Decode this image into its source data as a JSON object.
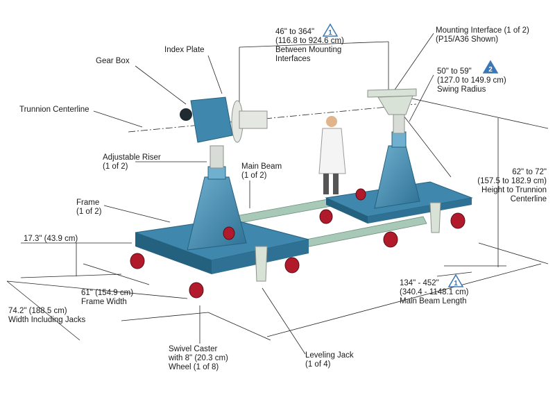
{
  "labels": {
    "gear_box": "Gear Box",
    "index_plate": "Index Plate",
    "trunnion_centerline": "Trunnion Centerline",
    "adjustable_riser": [
      "Adjustable Riser",
      "(1 of 2)"
    ],
    "main_beam": [
      "Main Beam",
      "(1 of 2)"
    ],
    "frame": [
      "Frame",
      "(1 of 2)"
    ],
    "mounting_distance": [
      "46\" to 364\"",
      "(116.8 to 924.6 cm)",
      "Between Mounting",
      "Interfaces"
    ],
    "mounting_interface": [
      "Mounting Interface (1 of 2)",
      "(P15/A36 Shown)"
    ],
    "swing_radius": [
      "50\" to 59\"",
      "(127.0 to 149.9 cm)",
      "Swing Radius"
    ],
    "trunnion_height": [
      "62\" to 72\"",
      "(157.5 to 182.9 cm)",
      "Height to Trunnion",
      "Centerline"
    ],
    "frame_height": "17.3\" (43.9 cm)",
    "frame_width": [
      "61\" (154.9 cm)",
      "Frame Width"
    ],
    "width_jacks": [
      "74.2\" (188.5 cm)",
      "Width Including Jacks"
    ],
    "main_beam_length": [
      "134\" - 452\"",
      "(340.4 - 1148.1 cm)",
      "Main Beam Length"
    ],
    "swivel_caster": [
      "Swivel Caster",
      "with 8\" (20.3 cm)",
      "Wheel (1 of 8)"
    ],
    "leveling_jack": [
      "Leveling Jack",
      "(1 of 4)"
    ]
  },
  "notes": {
    "note1": "1",
    "note2": "2"
  },
  "colors": {
    "steel": "#3f87ad",
    "steel_dark": "#24617f",
    "steel_light": "#6fb0cf",
    "beam": "#a9c9b8",
    "wheel": "#b01a2a",
    "badge": "#3a78b5"
  }
}
